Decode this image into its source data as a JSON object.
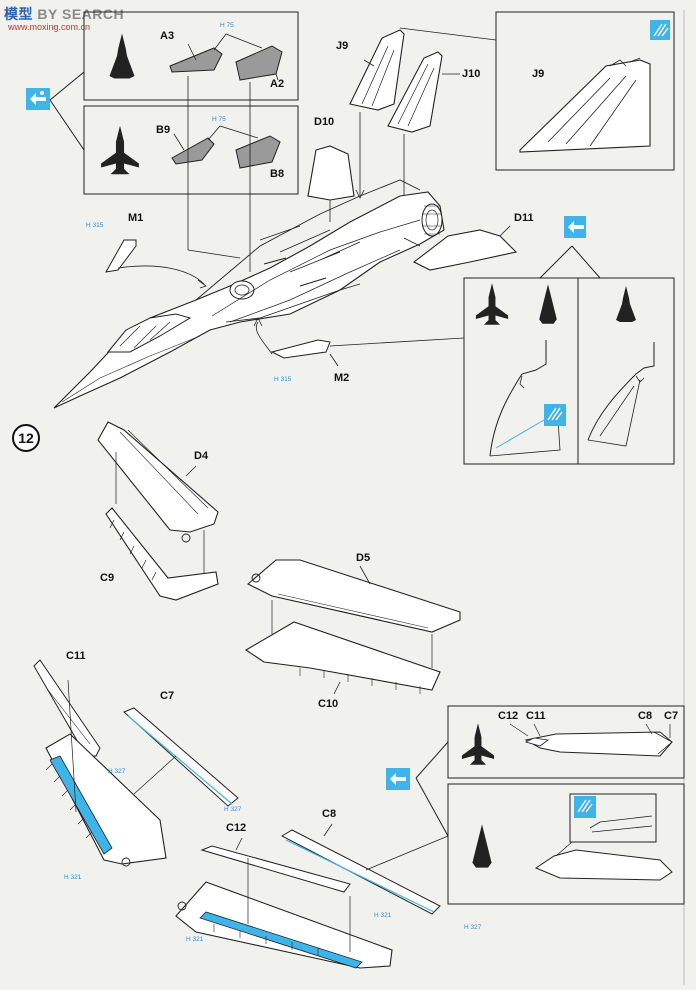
{
  "watermark": {
    "cn": "模型",
    "en": "BY SEARCH",
    "sub": "www.moxing.com.cn"
  },
  "step_number": "12",
  "part_labels": {
    "A3": "A3",
    "A2": "A2",
    "B9": "B9",
    "B8": "B8",
    "J9": "J9",
    "J9_detail": "J9",
    "J10": "J10",
    "D10": "D10",
    "D11": "D11",
    "M1": "M1",
    "M2": "M2",
    "D4": "D4",
    "C9": "C9",
    "D5": "D5",
    "C10": "C10",
    "C11": "C11",
    "C7": "C7",
    "C8": "C8",
    "C12": "C12",
    "C12_panel": "C12",
    "C11_panel": "C11",
    "C8_panel": "C8",
    "C7_panel": "C7"
  },
  "paint_codes": {
    "a": "H 75",
    "b": "H 75",
    "m1": "H 315",
    "m2": "H 315",
    "c11": "H 327",
    "c7": "H 327",
    "c8": "H 327",
    "blue1": "H 321",
    "blue2": "H 321",
    "c8b": "H 321"
  },
  "colors": {
    "ink": "#111111",
    "accent_blue": "#3fb4e8",
    "paint_gray": "#9a9a9a",
    "paper": "#f1f1ee"
  },
  "icons": [
    "option-arrow-icon",
    "paint-brush-icon",
    "aircraft-silhouette-icon"
  ]
}
